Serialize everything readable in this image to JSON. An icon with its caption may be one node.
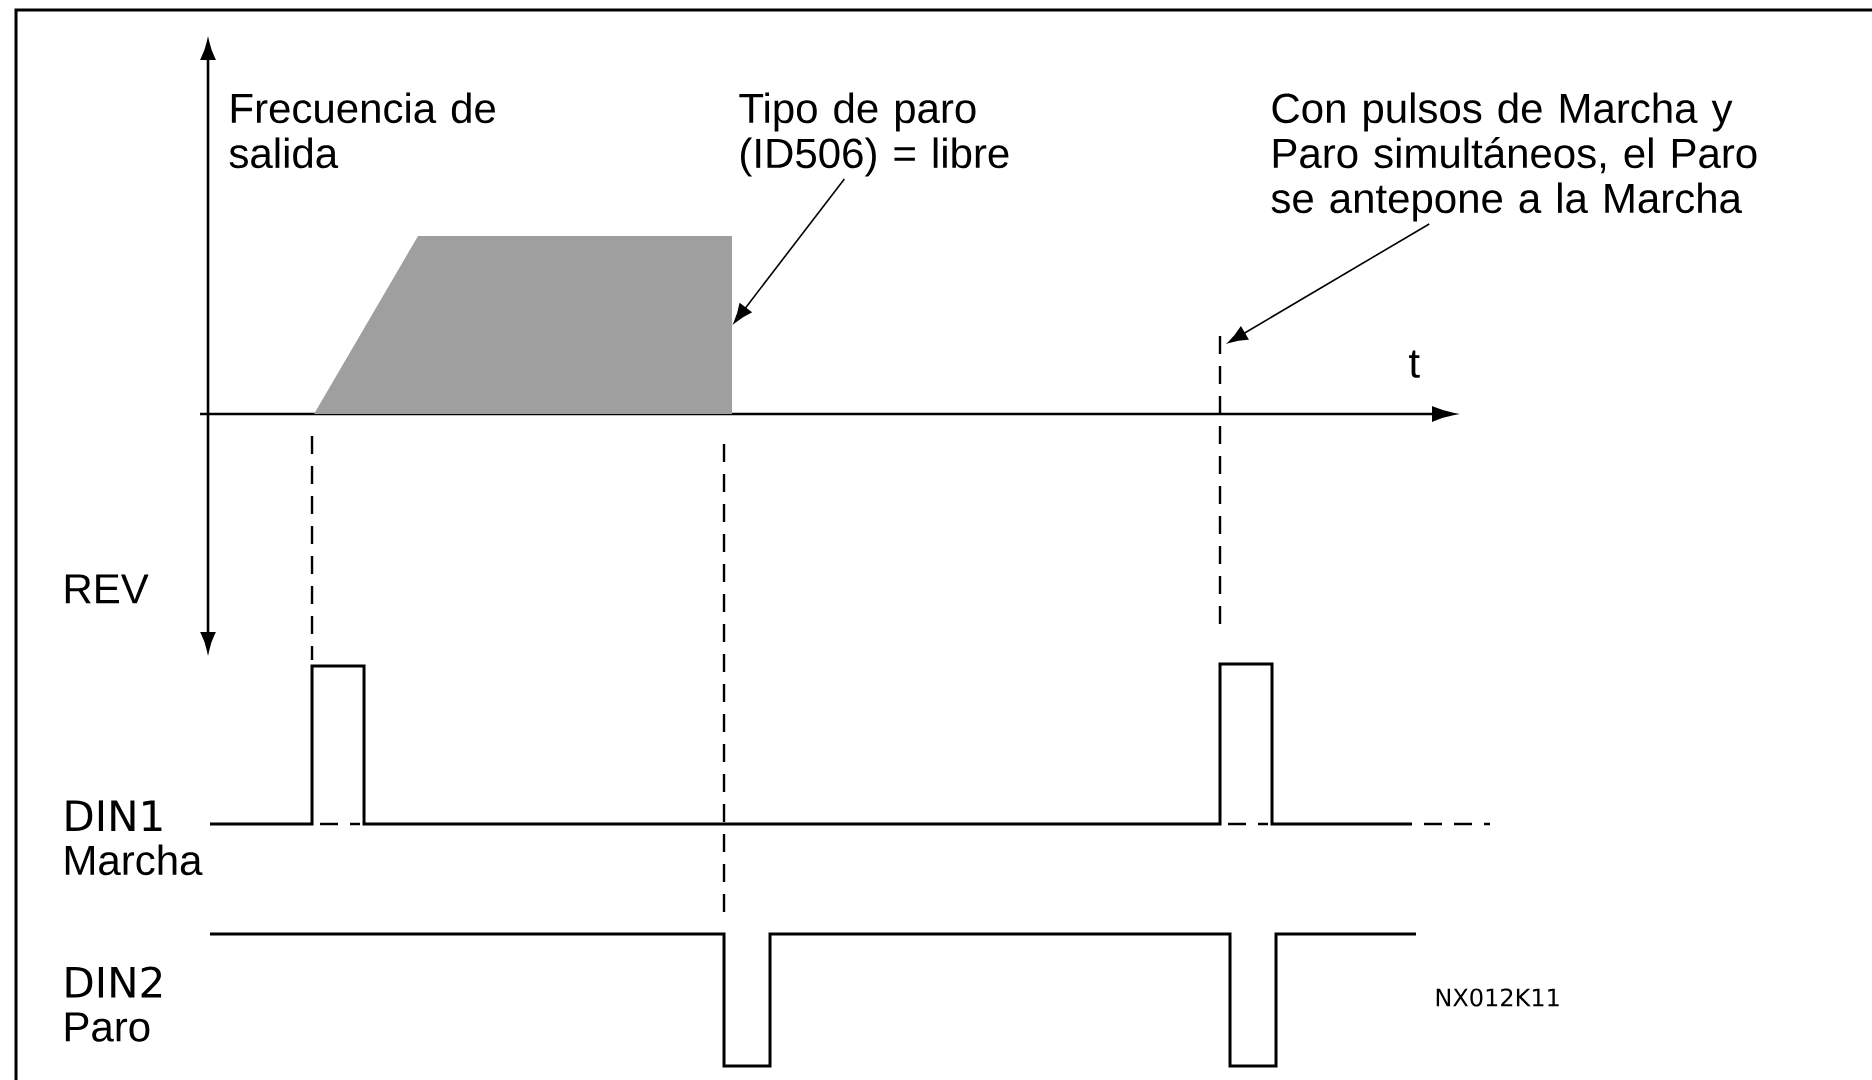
{
  "diagram": {
    "nodes": [
      {
        "text": [
          "Tipo de paro (ID506) = libre"
        ]
      },
      {
        "text": [
          "Con pulsos de Marcha y Paro simultáneos, el Paro se antepone a la Marcha"
        ]
      },
      {
        "text": [],
        "shape": "trapezoid"
      }
    ],
    "edges": [
      {
        "from": 0,
        "to": 2,
        "arrow": "to"
      },
      {
        "from": 1,
        "to": null,
        "arrow": "to"
      }
    ],
    "labels": [
      "Frecuencia de salida",
      "t",
      "REV",
      "DIN1",
      "Marcha",
      "DIN2",
      "Paro",
      "NX012K11"
    ]
  }
}
